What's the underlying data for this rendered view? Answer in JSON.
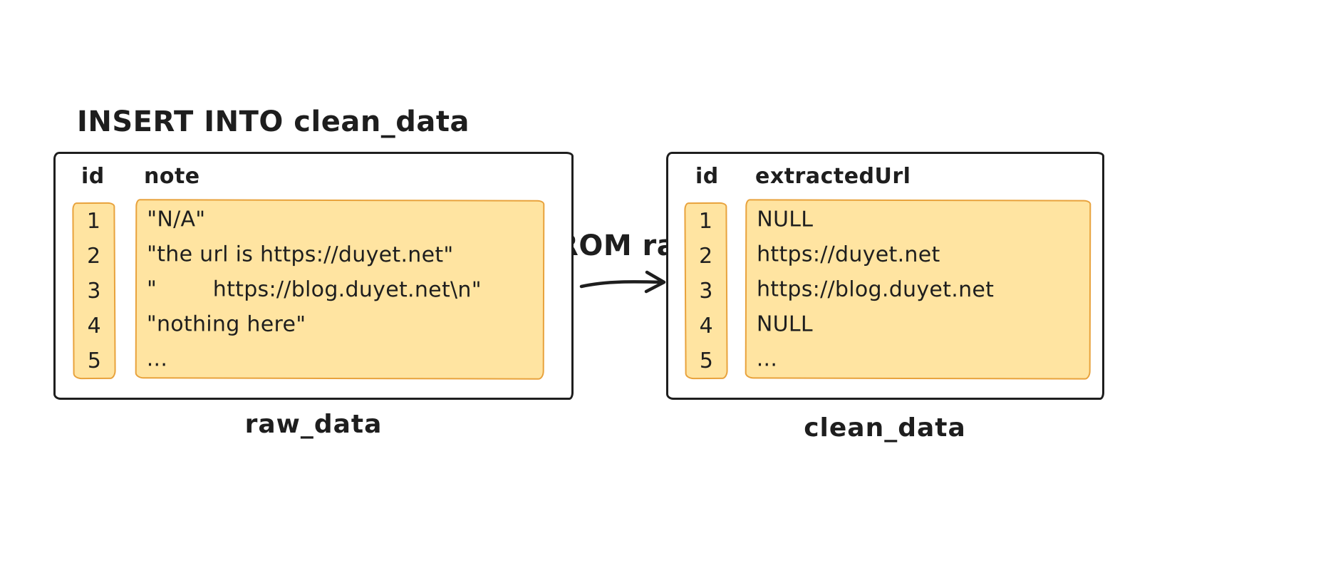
{
  "colors": {
    "fill": "#ffe4a1",
    "stroke": "#e8a23c",
    "ink": "#1e1e1e"
  },
  "sql": {
    "line1": "INSERT INTO clean_data",
    "line2": "SELECT id, extractUrl(note) FROM raw_data"
  },
  "raw_table": {
    "label": "raw_data",
    "id_header": "id",
    "value_header": "note",
    "ids": [
      "1",
      "2",
      "3",
      "4",
      "5"
    ],
    "values": [
      "\"N/A\"",
      "\"the url is https://duyet.net\"",
      "\"        https://blog.duyet.net\\n\"",
      "\"nothing here\"",
      "..."
    ]
  },
  "clean_table": {
    "label": "clean_data",
    "id_header": "id",
    "value_header": "extractedUrl",
    "ids": [
      "1",
      "2",
      "3",
      "4",
      "5"
    ],
    "values": [
      "NULL",
      "https://duyet.net",
      "https://blog.duyet.net",
      "NULL",
      "..."
    ]
  }
}
